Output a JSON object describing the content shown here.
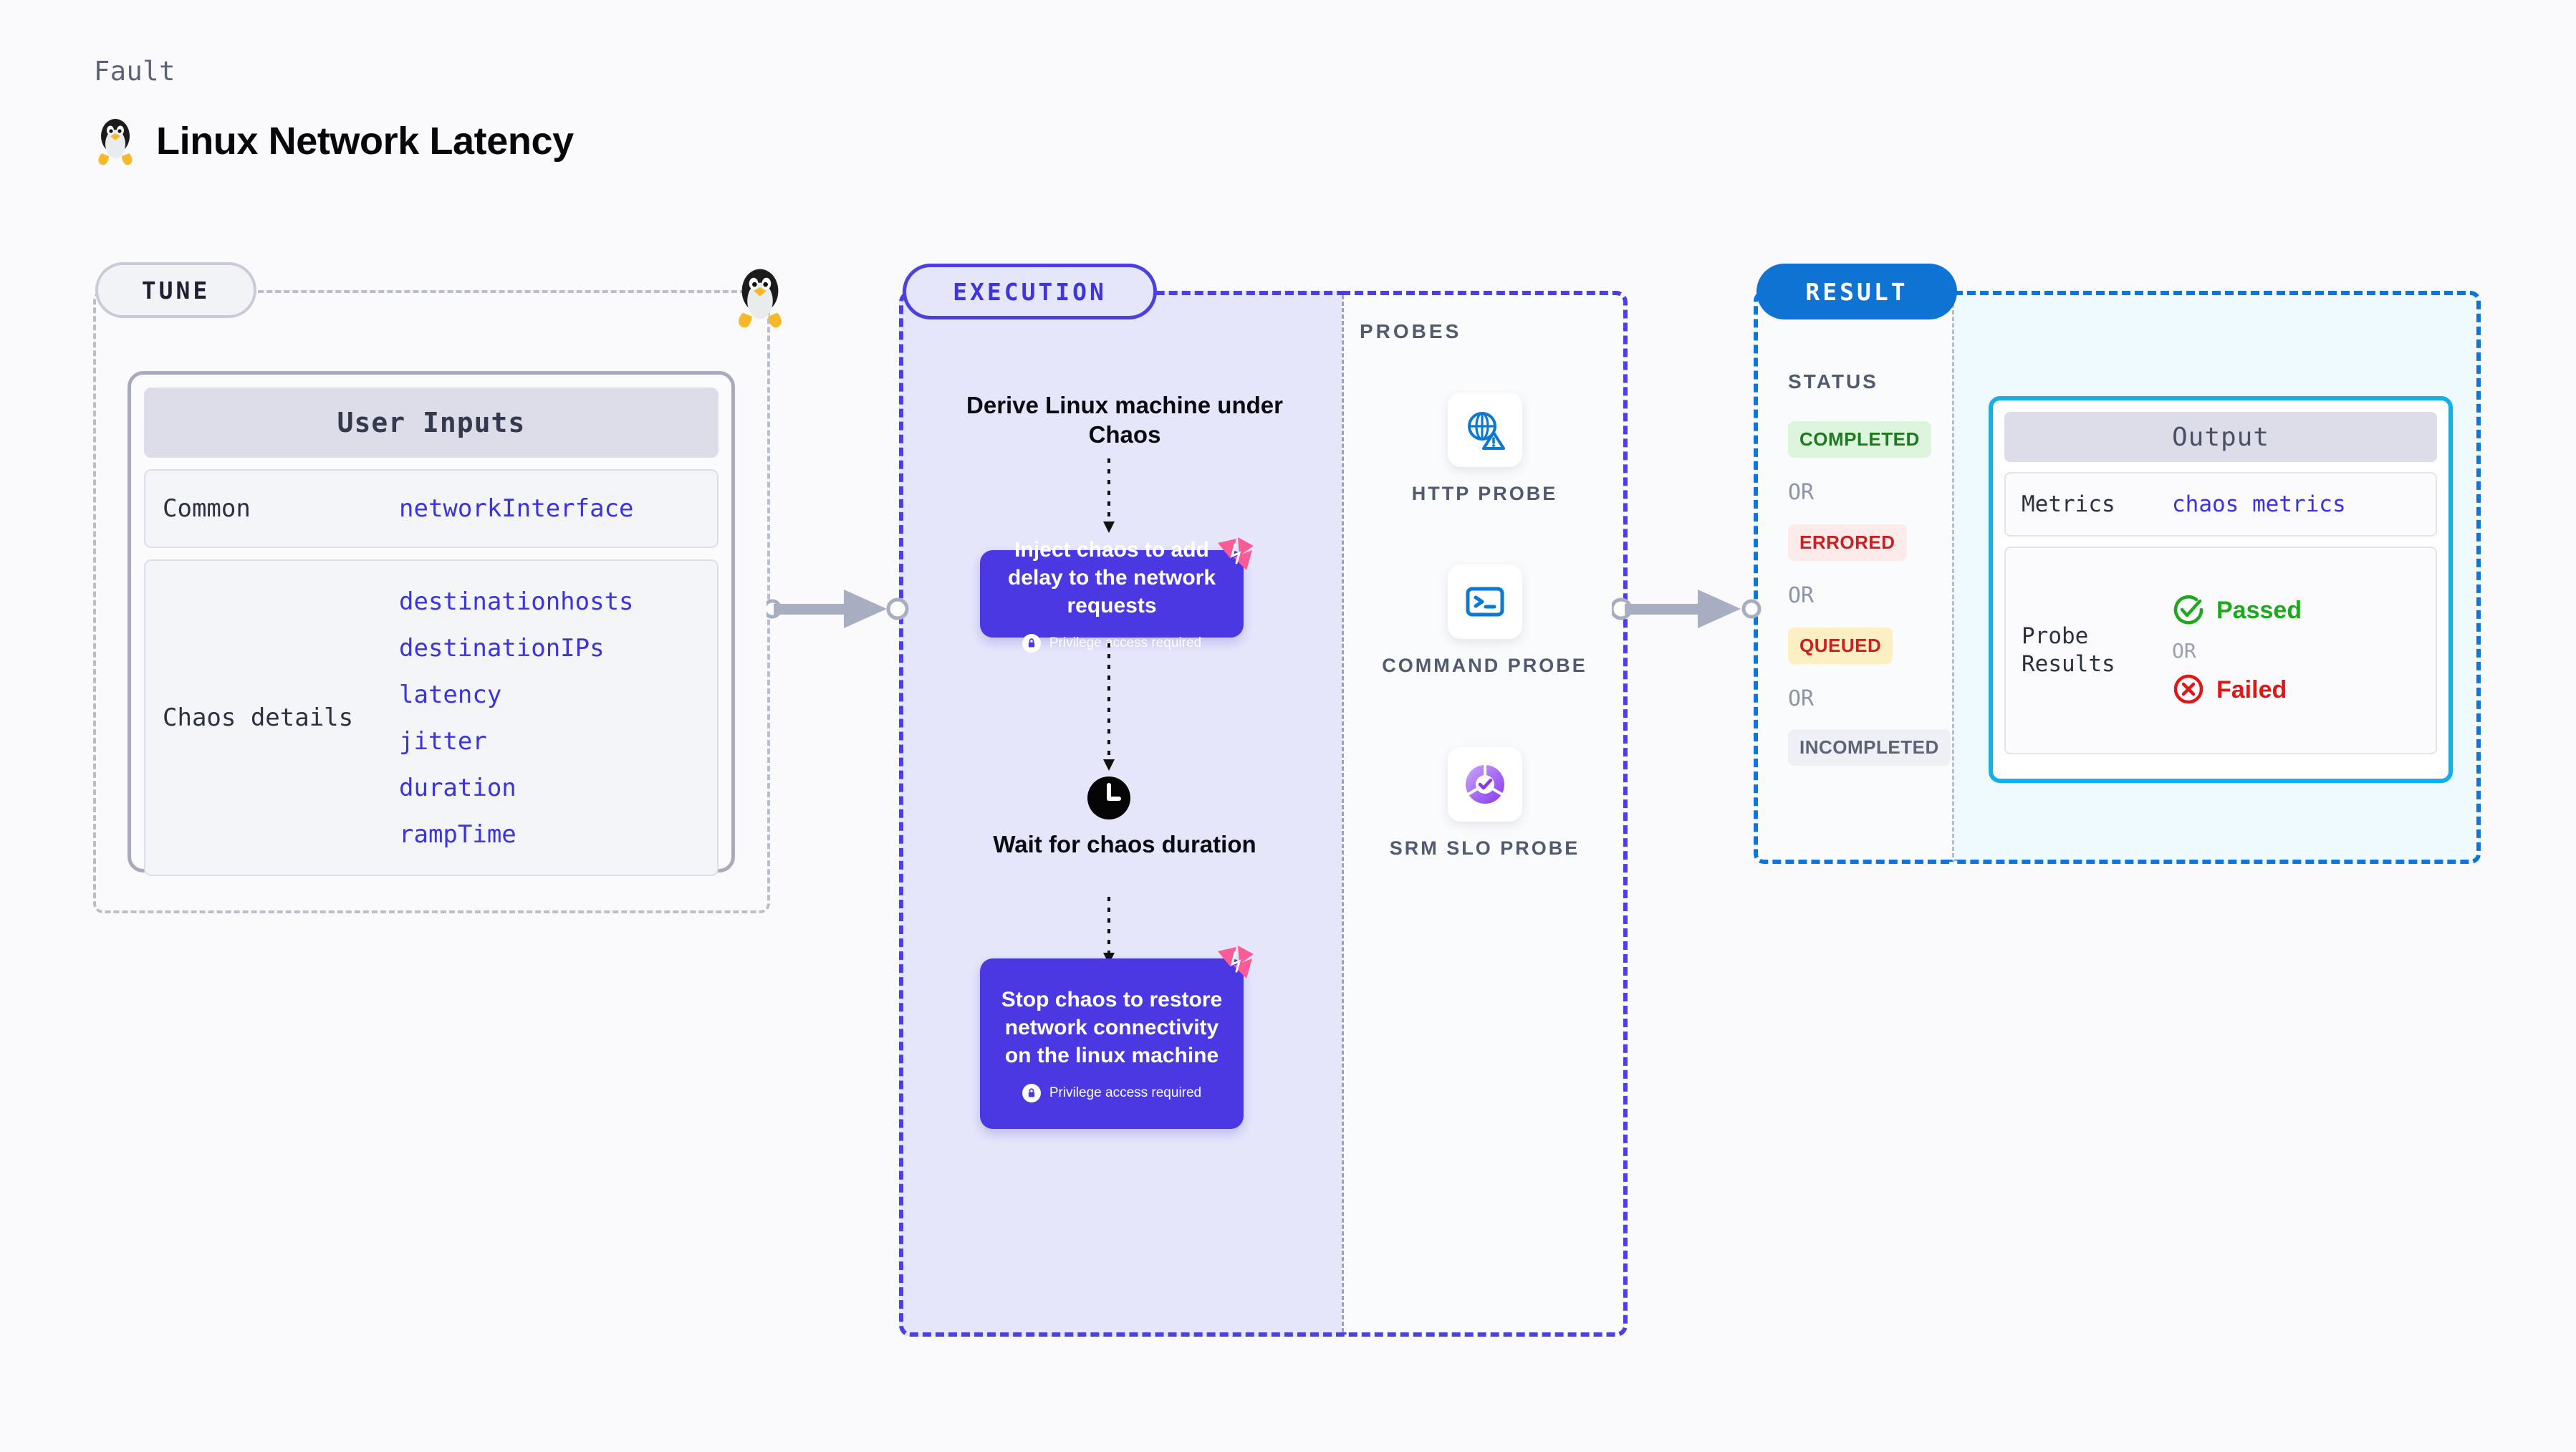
{
  "header": {
    "eyebrow": "Fault",
    "title": "Linux Network Latency",
    "icon": "tux-penguin-icon"
  },
  "colors": {
    "accent_purple": "#4a38e3",
    "accent_blue": "#0f73d4",
    "accent_cyan": "#12b0e8",
    "badge_pink": "#fc5b96",
    "grey_border": "#b9bdcc",
    "mono_value": "#3b32e0"
  },
  "tune": {
    "pill_label": "TUNE",
    "card_title": "User Inputs",
    "groups": [
      {
        "label": "Common",
        "values": [
          "networkInterface"
        ]
      },
      {
        "label": "Chaos details",
        "values": [
          "destinationhosts",
          "destinationIPs",
          "latency",
          "jitter",
          "duration",
          "rampTime"
        ]
      }
    ]
  },
  "execution": {
    "pill_label": "EXECUTION",
    "steps": [
      {
        "kind": "title",
        "text": "Derive Linux machine under Chaos"
      },
      {
        "kind": "node",
        "text": "Inject chaos to add delay to the network requests",
        "privilege_note": "Privilege access required",
        "badge": "chaos-badge-icon"
      },
      {
        "kind": "wait",
        "icon": "clock-icon",
        "text": "Wait for chaos duration"
      },
      {
        "kind": "node",
        "text": "Stop chaos to restore network connectivity on the linux machine",
        "privilege_note": "Privilege access required",
        "badge": "chaos-badge-icon"
      }
    ]
  },
  "probes": {
    "section_label": "PROBES",
    "items": [
      {
        "label": "HTTP PROBE",
        "icon": "globe-warning-icon"
      },
      {
        "label": "COMMAND PROBE",
        "icon": "terminal-icon"
      },
      {
        "label": "SRM SLO PROBE",
        "icon": "slo-donut-check-icon"
      }
    ]
  },
  "result": {
    "pill_label": "RESULT",
    "status_label": "STATUS",
    "or_label": "OR",
    "statuses": [
      {
        "label": "COMPLETED",
        "text_color": "#1d7a21",
        "bg_color": "#ddf5dd"
      },
      {
        "label": "ERRORED",
        "text_color": "#cc2020",
        "bg_color": "#fdeaea"
      },
      {
        "label": "QUEUED",
        "text_color": "#cc2020",
        "bg_color": "#fcefc4"
      },
      {
        "label": "INCOMPLETED",
        "text_color": "#5d6476",
        "bg_color": "#eef0f5"
      }
    ],
    "output": {
      "title": "Output",
      "rows": [
        {
          "label": "Metrics",
          "value": "chaos metrics"
        }
      ],
      "probe_results": {
        "label": "Probe Results",
        "passed": "Passed",
        "failed": "Failed",
        "or_label": "OR",
        "passed_icon": "check-circle-icon",
        "failed_icon": "x-circle-icon"
      }
    }
  },
  "connectors": {
    "tune_to_execution": "arrow-right-icon",
    "probes_to_result": "arrow-right-icon"
  }
}
